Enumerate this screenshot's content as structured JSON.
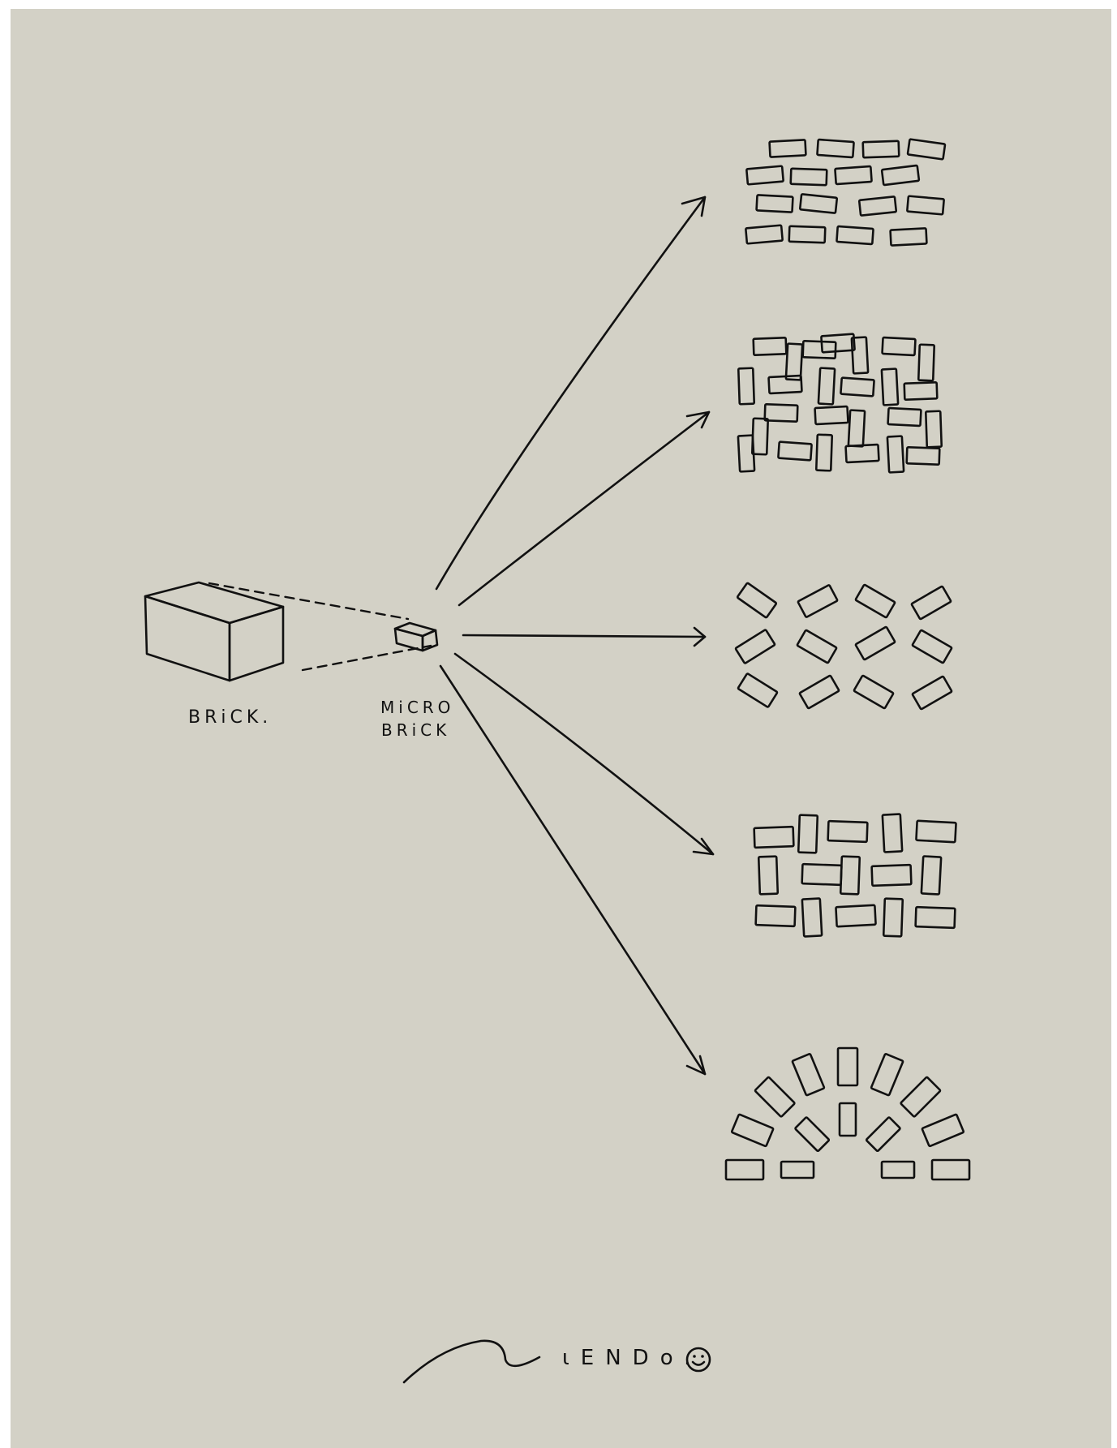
{
  "labels": {
    "brick": "BRiCK.",
    "micro_brick_line1": "MiCRO",
    "micro_brick_line2": "BRiCK"
  },
  "signature": {
    "text": "ιENDo."
  },
  "patterns": [
    {
      "name": "running-bond"
    },
    {
      "name": "basketweave"
    },
    {
      "name": "rotated-grid"
    },
    {
      "name": "stack-bond"
    },
    {
      "name": "arch"
    }
  ],
  "colors": {
    "background": "#d3d1c6",
    "ink": "#111111"
  }
}
